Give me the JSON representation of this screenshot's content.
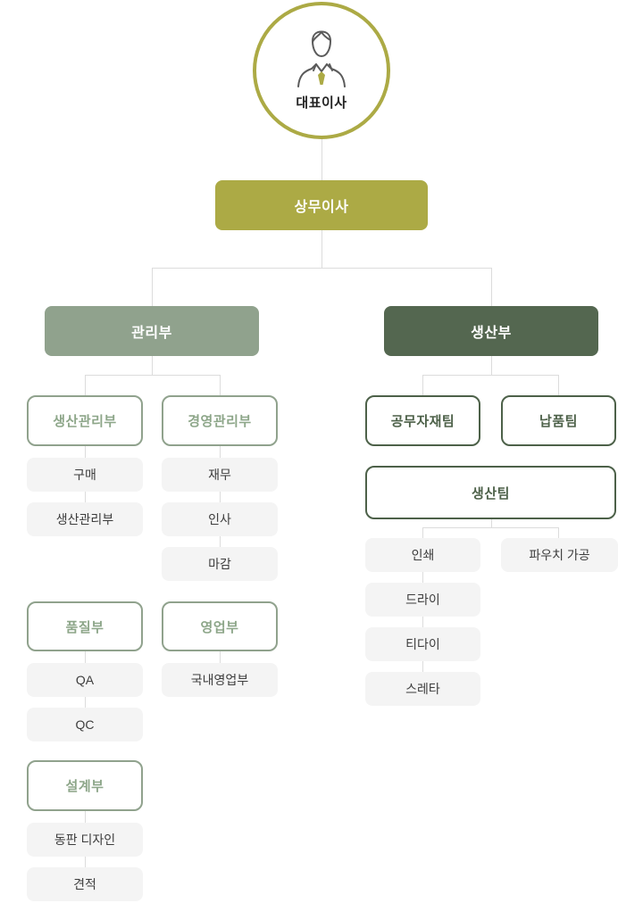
{
  "colors": {
    "olive": "#acaa45",
    "sage": "#90a28d",
    "dark_green": "#546750",
    "leaf_background": "#f4f4f4",
    "connector": "#dcdcdc"
  },
  "icons": {
    "ceo": "person-with-tie-icon"
  },
  "org": {
    "ceo": "대표이사",
    "managing_director": "상무이사",
    "management": {
      "label": "관리부",
      "groups": [
        {
          "head": "생산관리부",
          "items": [
            "구매",
            "생산관리부"
          ]
        },
        {
          "head": "경영관리부",
          "items": [
            "재무",
            "인사",
            "마감"
          ]
        },
        {
          "head": "품질부",
          "items": [
            "QA",
            "QC"
          ]
        },
        {
          "head": "영업부",
          "items": [
            "국내영업부"
          ]
        },
        {
          "head": "설계부",
          "items": [
            "동판 디자인",
            "견적"
          ]
        }
      ]
    },
    "production": {
      "label": "생산부",
      "teams": [
        "공무자재팀",
        "납품팀"
      ],
      "production_team": {
        "head": "생산팀",
        "lines": [
          "인쇄",
          "파우치 가공"
        ],
        "print_processes": [
          "드라이",
          "티다이",
          "스레타"
        ]
      }
    }
  }
}
